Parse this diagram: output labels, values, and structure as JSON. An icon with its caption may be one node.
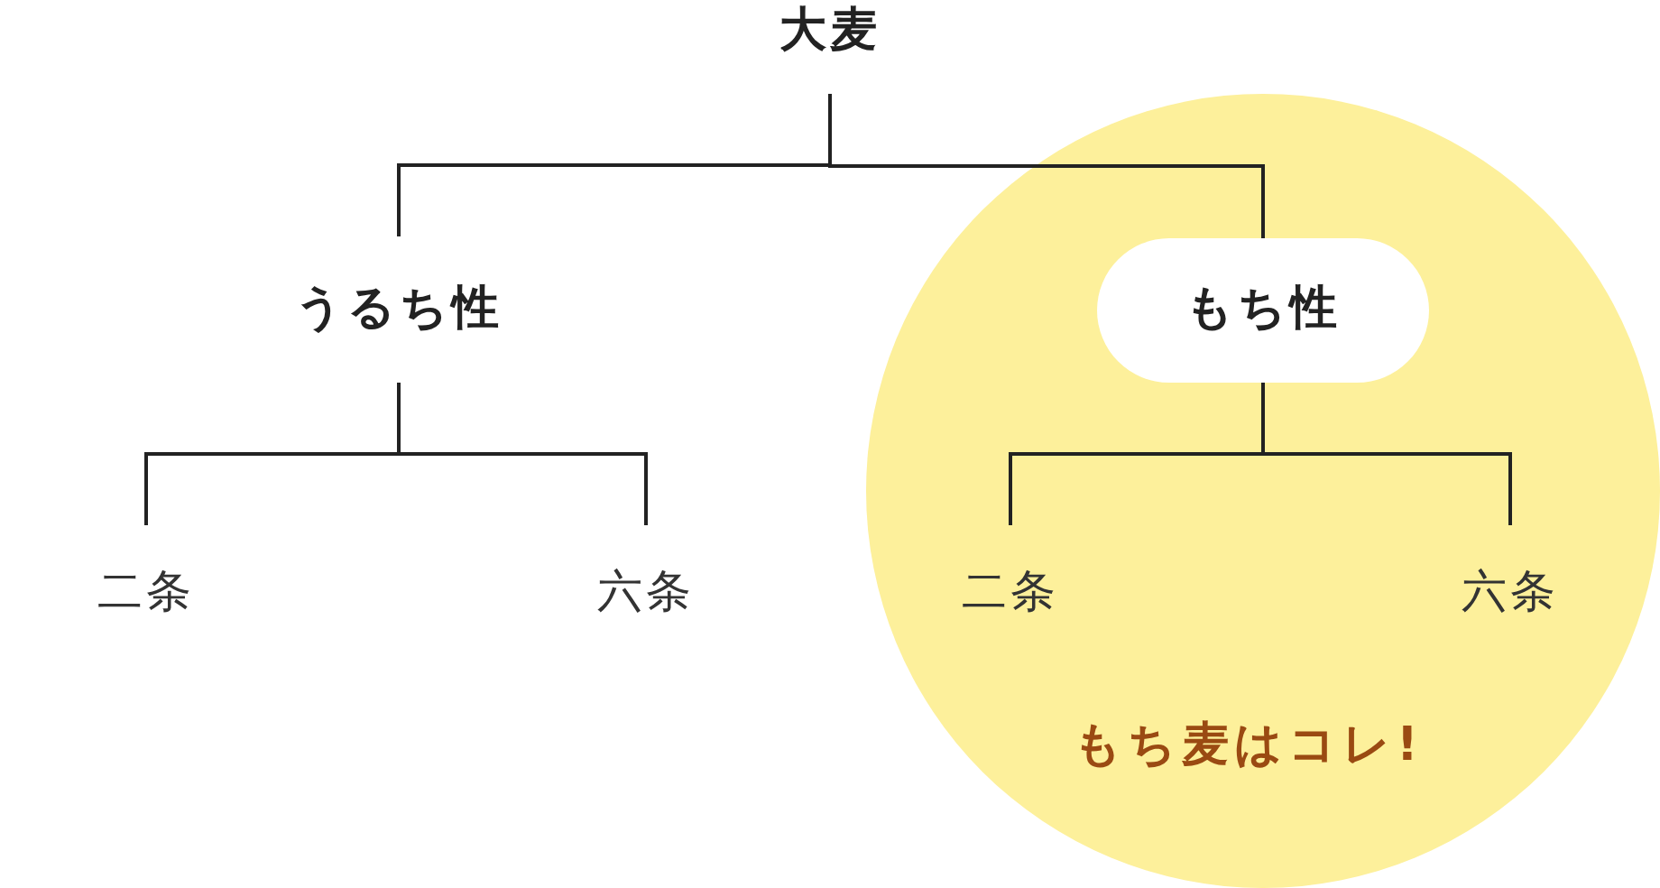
{
  "diagram": {
    "nodes": [
      {
        "text": [
          "大麦"
        ]
      },
      {
        "text": [
          "うるち性"
        ]
      },
      {
        "text": [
          "もち麦はコレ!"
        ]
      },
      {
        "text": [
          "もち性"
        ],
        "in": 2
      },
      {
        "text": [
          "二条"
        ]
      },
      {
        "text": [
          "六条"
        ]
      },
      {
        "text": [
          "二条"
        ],
        "in": 2
      },
      {
        "text": [
          "六条"
        ],
        "in": 2
      }
    ],
    "edges": [
      {
        "from": 0,
        "to": 1,
        "arrow": "none"
      },
      {
        "from": 0,
        "to": 3,
        "arrow": "none"
      },
      {
        "from": 1,
        "to": 4,
        "arrow": "none"
      },
      {
        "from": 1,
        "to": 5,
        "arrow": "none"
      },
      {
        "from": 3,
        "to": 6,
        "arrow": "none"
      },
      {
        "from": 3,
        "to": 7,
        "arrow": "none"
      }
    ]
  }
}
